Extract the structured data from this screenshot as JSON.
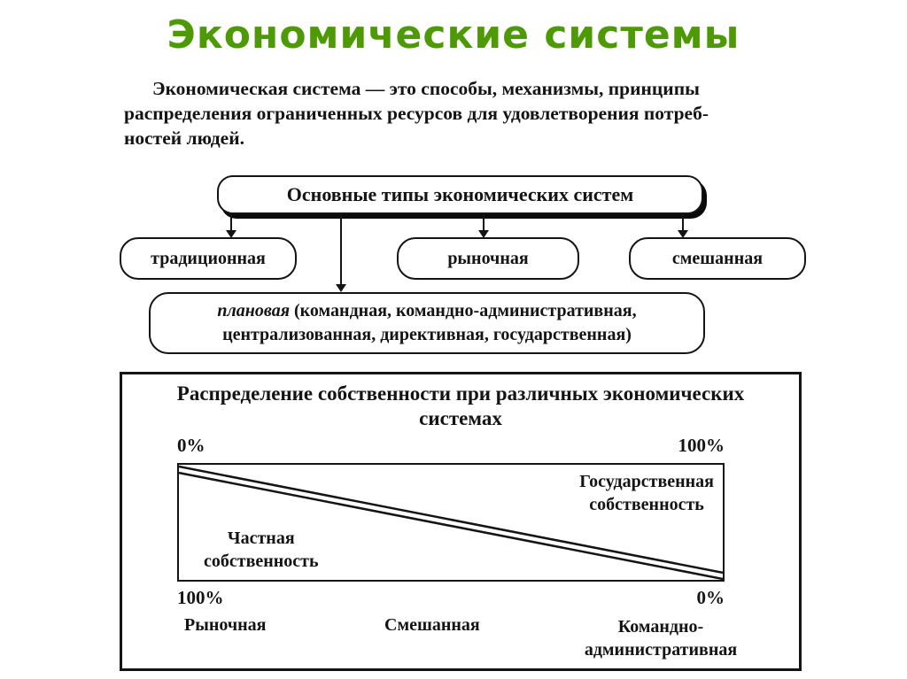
{
  "page_title": "Экономические системы",
  "intro": {
    "term": "Экономическая система",
    "line1_rest": " — это способы, механизмы, принципы",
    "line2": "распределения ограниченных ресурсов для удовлетворения потреб-",
    "line3": "ностей людей."
  },
  "types_diagram": {
    "root_label": "Основные типы экономических систем",
    "traditional": "традиционная",
    "market": "рыночная",
    "mixed": "смешанная",
    "planned_term": "плановая",
    "planned_line1_rest": " (командная, командно-административная,",
    "planned_line2": "централизованная, директивная, государственная)"
  },
  "ownership": {
    "title_line1": "Распределение собственности при различных экономических",
    "title_line2": "системах",
    "top_left_percent": "0%",
    "top_right_percent": "100%",
    "bottom_left_percent": "100%",
    "bottom_right_percent": "0%",
    "state_property_line1": "Государственная",
    "state_property_line2": "собственность",
    "private_property_line1": "Частная",
    "private_property_line2": "собственность",
    "axis_market": "Рыночная",
    "axis_mixed": "Смешанная",
    "axis_command": "Командно-\nадминистративная"
  },
  "colors": {
    "title_green": "#4e9a06",
    "ink": "#141414"
  }
}
